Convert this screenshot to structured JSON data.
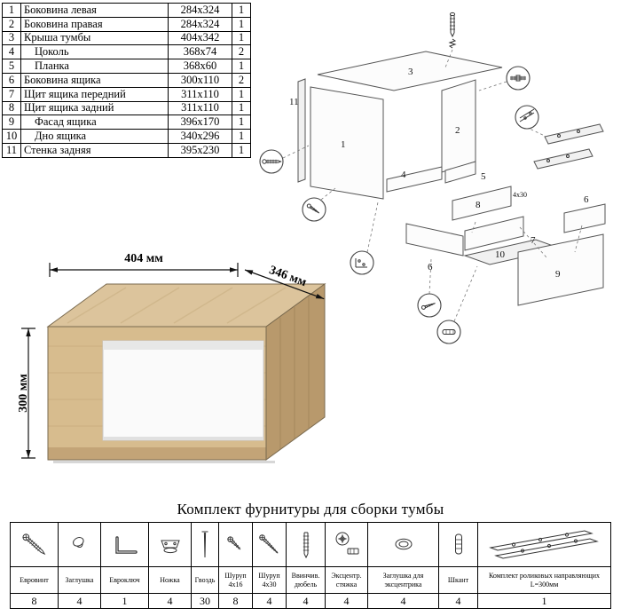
{
  "parts": {
    "rows": [
      {
        "num": "1",
        "name": "Боковина левая",
        "size": "284х324",
        "qty": "1"
      },
      {
        "num": "2",
        "name": "Боковина правая",
        "size": "284х324",
        "qty": "1"
      },
      {
        "num": "3",
        "name": "Крыша тумбы",
        "size": "404х342",
        "qty": "1"
      },
      {
        "num": "4",
        "name": "Цоколь",
        "size": "368х74",
        "qty": "2"
      },
      {
        "num": "5",
        "name": "Планка",
        "size": "368х60",
        "qty": "1"
      },
      {
        "num": "6",
        "name": "Боковина ящика",
        "size": "300х110",
        "qty": "2"
      },
      {
        "num": "7",
        "name": "Щит ящика передний",
        "size": "311х110",
        "qty": "1"
      },
      {
        "num": "8",
        "name": "Щит ящика задний",
        "size": "311х110",
        "qty": "1"
      },
      {
        "num": "9",
        "name": "Фасад ящика",
        "size": "396х170",
        "qty": "1"
      },
      {
        "num": "10",
        "name": "Дно ящика",
        "size": "340х296",
        "qty": "1"
      },
      {
        "num": "11",
        "name": "Стенка задняя",
        "size": "395х230",
        "qty": "1"
      }
    ]
  },
  "product": {
    "width_label": "404 мм",
    "depth_label": "346 мм",
    "height_label": "300 мм"
  },
  "exploded": {
    "labels": {
      "p1": "1",
      "p2": "2",
      "p3": "3",
      "p4": "4",
      "p5": "5",
      "p6a": "6",
      "p6b": "6",
      "p7": "7",
      "p8": "8",
      "p9": "9",
      "p10": "10",
      "p11": "11"
    },
    "screw_note": "4х30"
  },
  "hardware": {
    "title": "Комплект фурнитуры для сборки тумбы",
    "items": [
      {
        "icon": "euroscrew-icon",
        "label": "Евровинт",
        "qty": "8"
      },
      {
        "icon": "cap-icon",
        "label": "Заглушка",
        "qty": "4"
      },
      {
        "icon": "hexkey-icon",
        "label": "Евроключ",
        "qty": "1"
      },
      {
        "icon": "leg-icon",
        "label": "Ножка",
        "qty": "4"
      },
      {
        "icon": "nail-icon",
        "label": "Гвоздь",
        "qty": "30"
      },
      {
        "icon": "screw-4x16-icon",
        "label": "Шуруп 4х16",
        "qty": "8"
      },
      {
        "icon": "screw-4x30-icon",
        "label": "Шуруп 4х30",
        "qty": "4"
      },
      {
        "icon": "threaded-dowel-icon",
        "label": "Ввинчив. дюбель",
        "qty": "4"
      },
      {
        "icon": "cam-lock-icon",
        "label": "Эксцентр. стяжка",
        "qty": "4"
      },
      {
        "icon": "cam-cap-icon",
        "label": "Заглушка для эксцентрика",
        "qty": "4"
      },
      {
        "icon": "dowel-icon",
        "label": "Шкант",
        "qty": "4"
      },
      {
        "icon": "drawer-rails-icon",
        "label": "Комплект роликовых направляющих L=300мм",
        "qty": "1"
      }
    ]
  }
}
